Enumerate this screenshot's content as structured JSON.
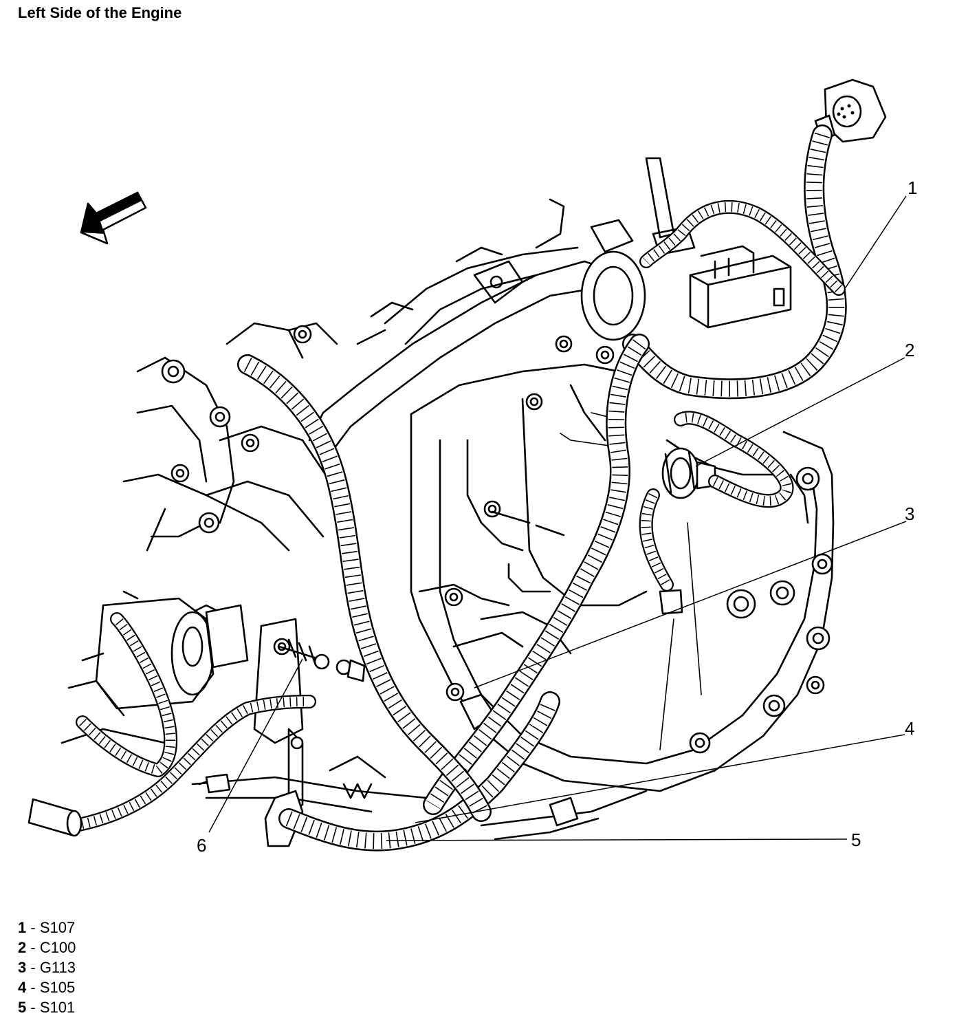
{
  "title": "Left Side of the Engine",
  "callouts": [
    {
      "number": "1"
    },
    {
      "number": "2"
    },
    {
      "number": "3"
    },
    {
      "number": "4"
    },
    {
      "number": "5"
    },
    {
      "number": "6"
    }
  ],
  "legend": [
    {
      "number": "1",
      "separator": " - ",
      "label": "S107"
    },
    {
      "number": "2",
      "separator": " - ",
      "label": "C100"
    },
    {
      "number": "3",
      "separator": " - ",
      "label": "G113"
    },
    {
      "number": "4",
      "separator": " - ",
      "label": "S105"
    },
    {
      "number": "5",
      "separator": " - ",
      "label": "S101"
    }
  ],
  "icons": {
    "direction_arrow": "forward-direction-arrow-icon"
  }
}
